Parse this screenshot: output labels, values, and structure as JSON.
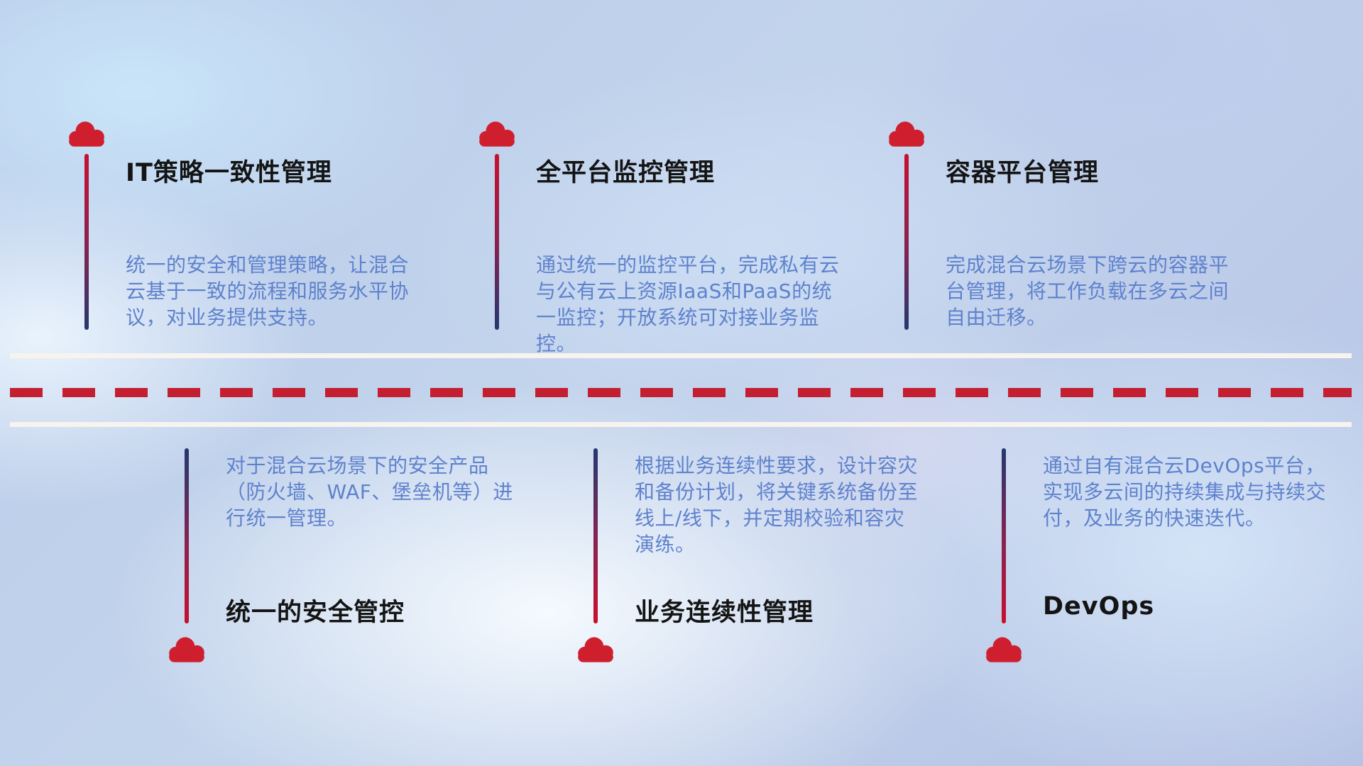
{
  "items_top": [
    {
      "title": "IT策略一致性管理",
      "desc": "统一的安全和管理策略，让混合云基于一致的流程和服务水平协议，对业务提供支持。"
    },
    {
      "title": "全平台监控管理",
      "desc": "通过统一的监控平台，完成私有云与公有云上资源IaaS和PaaS的统一监控；开放系统可对接业务监控。"
    },
    {
      "title": "容器平台管理",
      "desc": "完成混合云场景下跨云的容器平台管理，将工作负载在多云之间自由迁移。"
    }
  ],
  "items_bottom": [
    {
      "title": "统一的安全管控",
      "desc": "对于混合云场景下的安全产品（防火墙、WAF、堡垒机等）进行统一管理。"
    },
    {
      "title": "业务连续性管理",
      "desc": "根据业务连续性要求，设计容灾和备份计划，将关键系统备份至线上/线下，并定期校验和容灾演练。"
    },
    {
      "title": "DevOps",
      "desc": "通过自有混合云DevOps平台，实现多云间的持续集成与持续交付，及业务的快速迭代。"
    }
  ],
  "colors": {
    "cloud_red": "#cf1f2f",
    "stick_red": "#c8102e",
    "stick_navy": "#24386f",
    "title_text": "#141414",
    "desc_text": "#5f82cd",
    "road_white": "#f7f3ef",
    "dash_red": "#c31f30"
  }
}
